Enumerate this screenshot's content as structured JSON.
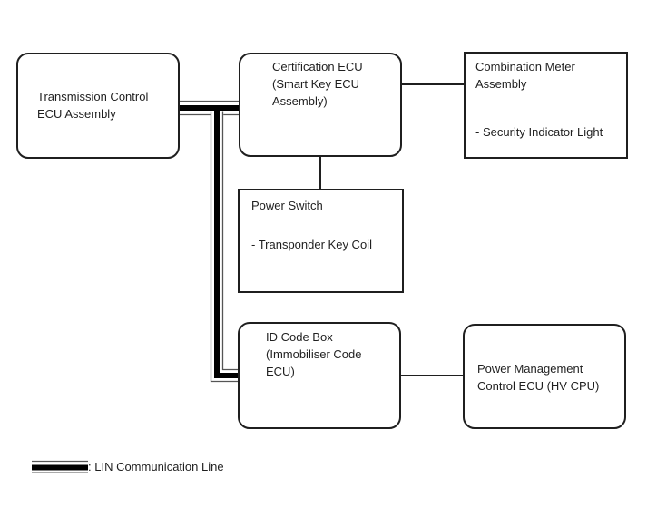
{
  "diagram": {
    "nodes": {
      "transmission": {
        "title": "Transmission Control\nECU Assembly"
      },
      "certification": {
        "title": "Certification ECU\n(Smart Key ECU\nAssembly)"
      },
      "combination_meter": {
        "title": "Combination Meter\nAssembly",
        "bullet": "- Security Indicator Light"
      },
      "power_switch": {
        "title": "Power Switch",
        "bullet": "- Transponder Key Coil"
      },
      "id_code_box": {
        "title": "ID Code Box\n(Immobiliser Code\nECU)"
      },
      "power_management": {
        "title": "Power Management\nControl ECU (HV CPU)"
      }
    },
    "edges": [
      {
        "from": "transmission",
        "to": "certification",
        "type": "lin"
      },
      {
        "from": "transmission_certification_trunk",
        "to": "id_code_box",
        "type": "lin"
      },
      {
        "from": "certification",
        "to": "combination_meter",
        "type": "plain"
      },
      {
        "from": "certification",
        "to": "power_switch",
        "type": "plain"
      },
      {
        "from": "id_code_box",
        "to": "power_management",
        "type": "plain"
      }
    ],
    "legend": {
      "label": ": LIN Communication Line",
      "symbol": "lin-double-line-swatch"
    },
    "colors": {
      "background": "#ffffff",
      "box_border": "#1f1f1f",
      "plain_line": "#1f1f1f",
      "lin_thick": "#000000",
      "lin_thin": "#555555"
    }
  }
}
